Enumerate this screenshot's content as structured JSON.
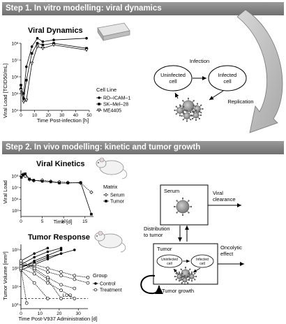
{
  "step1": {
    "title": "Step 1. In vitro modelling: viral dynamics"
  },
  "step2": {
    "title": "Step 2. In vivo modelling: kinetic and tumor growth"
  },
  "charts": {
    "viral_dynamics": {
      "title": "Viral Dynamics",
      "ylabel": "Viral Load [TCID50/mL]",
      "xlabel": "Time Post-infection [h]",
      "xticks": [
        "0",
        "10",
        "20",
        "30",
        "40",
        "50"
      ],
      "yticks": [
        "10⁴",
        "10⁵",
        "10⁶",
        "10⁷",
        "10⁸"
      ],
      "legend_title": "Cell Line",
      "legend": [
        "RD–ICAM–1",
        "SK–Mel–28",
        "ME4405"
      ]
    },
    "viral_kinetics": {
      "title": "Viral Kinetics",
      "ylabel": "Viral Load",
      "xlabel": "Time [d]",
      "xticks": [
        "0",
        "5",
        "10",
        "15"
      ],
      "yticks": [
        "10³",
        "10⁵",
        "10⁷",
        "10⁹"
      ],
      "legend_title": "Matrix",
      "legend": [
        "Serum",
        "Tumor"
      ]
    },
    "tumor_response": {
      "title": "Tumor Response",
      "ylabel": "Tumor Volume [mm³]",
      "xlabel": "Time Post-V937 Administration [d]",
      "xticks": [
        "0",
        "10",
        "20",
        "30"
      ],
      "yticks": [
        "10⁰",
        "10¹",
        "10²",
        "10³"
      ],
      "legend_title": "Group",
      "legend": [
        "Control",
        "Treatment"
      ],
      "loq_label": "LOQ"
    }
  },
  "chart_data": [
    {
      "type": "line",
      "title": "Viral Dynamics",
      "xlabel": "Time Post-infection [h]",
      "ylabel": "Viral Load [TCID50/mL]",
      "xlim": [
        0,
        50
      ],
      "ylim_log10": [
        4,
        8
      ],
      "series": [
        {
          "name": "RD–ICAM–1",
          "x": [
            0,
            2,
            4,
            8,
            12,
            16,
            24,
            48
          ],
          "y_log10": [
            5.3,
            5.0,
            6.6,
            7.8,
            8.3,
            8.1,
            8.2,
            8.3
          ]
        },
        {
          "name": "SK–Mel–28",
          "x": [
            0,
            2,
            4,
            8,
            12,
            16,
            24,
            48
          ],
          "y_log10": [
            5.5,
            4.7,
            5.8,
            7.4,
            8.0,
            7.9,
            8.0,
            7.7
          ]
        },
        {
          "name": "ME4405",
          "x": [
            0,
            2,
            4,
            8,
            12,
            16,
            24,
            48
          ],
          "y_log10": [
            5.2,
            4.5,
            4.6,
            6.8,
            7.8,
            7.7,
            7.9,
            7.6
          ]
        }
      ]
    },
    {
      "type": "line",
      "title": "Viral Kinetics",
      "xlabel": "Time [d]",
      "ylabel": "Viral Load",
      "xlim": [
        0,
        17
      ],
      "ylim_log10": [
        2,
        10
      ],
      "series": [
        {
          "name": "Serum",
          "x": [
            0.1,
            0.5,
            1,
            2,
            3,
            5,
            7,
            9,
            11,
            14,
            16.5
          ],
          "y_log10": [
            9.0,
            9.3,
            9.0,
            8.4,
            8.2,
            8.3,
            8.1,
            8.0,
            7.9,
            7.8,
            6.2
          ]
        },
        {
          "name": "Tumor",
          "x": [
            0.1,
            0.5,
            1,
            2,
            3,
            5,
            7,
            9,
            11,
            14,
            16.5
          ],
          "y_log10": [
            8.8,
            9.2,
            9.4,
            8.5,
            8.3,
            8.1,
            8.0,
            7.8,
            7.8,
            7.9,
            2.4
          ]
        }
      ]
    },
    {
      "type": "line",
      "title": "Tumor Response",
      "xlabel": "Time Post-V937 Administration [d]",
      "ylabel": "Tumor Volume [mm³]",
      "xlim": [
        0,
        35
      ],
      "ylim_log10": [
        -0.2,
        3.3
      ],
      "loq_log10": 0.35,
      "series": [
        {
          "name": "Control",
          "group": "Control",
          "x": [
            0,
            7,
            14,
            21
          ],
          "y_log10": [
            2.2,
            2.6,
            2.9,
            3.1
          ]
        },
        {
          "name": "Control",
          "group": "Control",
          "x": [
            0,
            7,
            14,
            21
          ],
          "y_log10": [
            2.0,
            2.4,
            2.7,
            3.0
          ]
        },
        {
          "name": "Control",
          "group": "Control",
          "x": [
            0,
            7,
            14
          ],
          "y_log10": [
            2.4,
            2.8,
            3.1
          ]
        },
        {
          "name": "Control",
          "group": "Control",
          "x": [
            0,
            7,
            14,
            21
          ],
          "y_log10": [
            1.9,
            2.2,
            2.5,
            2.8
          ]
        },
        {
          "name": "Control",
          "group": "Control",
          "x": [
            0,
            7,
            14,
            21,
            28
          ],
          "y_log10": [
            2.1,
            2.3,
            2.6,
            2.8,
            3.0
          ]
        },
        {
          "name": "Treatment",
          "group": "Treatment",
          "x": [
            0,
            7,
            14,
            21,
            28,
            35
          ],
          "y_log10": [
            2.2,
            2.1,
            1.8,
            1.6,
            1.4,
            1.2
          ]
        },
        {
          "name": "Treatment",
          "group": "Treatment",
          "x": [
            0,
            7,
            14,
            21,
            28
          ],
          "y_log10": [
            2.0,
            1.7,
            1.2,
            0.8,
            0.35
          ]
        },
        {
          "name": "Treatment",
          "group": "Treatment",
          "x": [
            0,
            7,
            14,
            21
          ],
          "y_log10": [
            2.3,
            1.9,
            1.4,
            0.35
          ]
        },
        {
          "name": "Treatment",
          "group": "Treatment",
          "x": [
            0,
            7,
            14
          ],
          "y_log10": [
            1.9,
            1.2,
            0.35
          ]
        },
        {
          "name": "Treatment",
          "group": "Treatment",
          "x": [
            0,
            7,
            14,
            21,
            28,
            35
          ],
          "y_log10": [
            2.1,
            2.2,
            2.0,
            1.8,
            1.6,
            1.5
          ]
        },
        {
          "name": "Treatment",
          "group": "Treatment",
          "x": [
            0,
            7,
            14,
            21,
            28
          ],
          "y_log10": [
            2.4,
            2.0,
            1.5,
            1.1,
            0.9
          ]
        },
        {
          "name": "Treatment",
          "group": "Treatment",
          "x": [
            0,
            3
          ],
          "y_log10": [
            2.0,
            0.1
          ]
        }
      ]
    }
  ],
  "cycle": {
    "infection": "Infection",
    "uninfected": [
      "Uninfected",
      "cell"
    ],
    "infected": [
      "Infected",
      "cell"
    ],
    "replication": "Replication"
  },
  "model": {
    "serum": "Serum",
    "viral_clearance": [
      "Viral",
      "clearance"
    ],
    "distribution": [
      "Distribution",
      "to tumor"
    ],
    "tumor": "Tumor",
    "uninfected_cell": [
      "Uninfected",
      "cell"
    ],
    "infected_cell": [
      "Infected",
      "cell"
    ],
    "oncolytic": [
      "Oncolytic",
      "effect"
    ],
    "tumor_growth": "Tumor growth"
  },
  "colors": {
    "banner": "#808080",
    "ink": "#000000",
    "virus": "#8a8a8a"
  }
}
